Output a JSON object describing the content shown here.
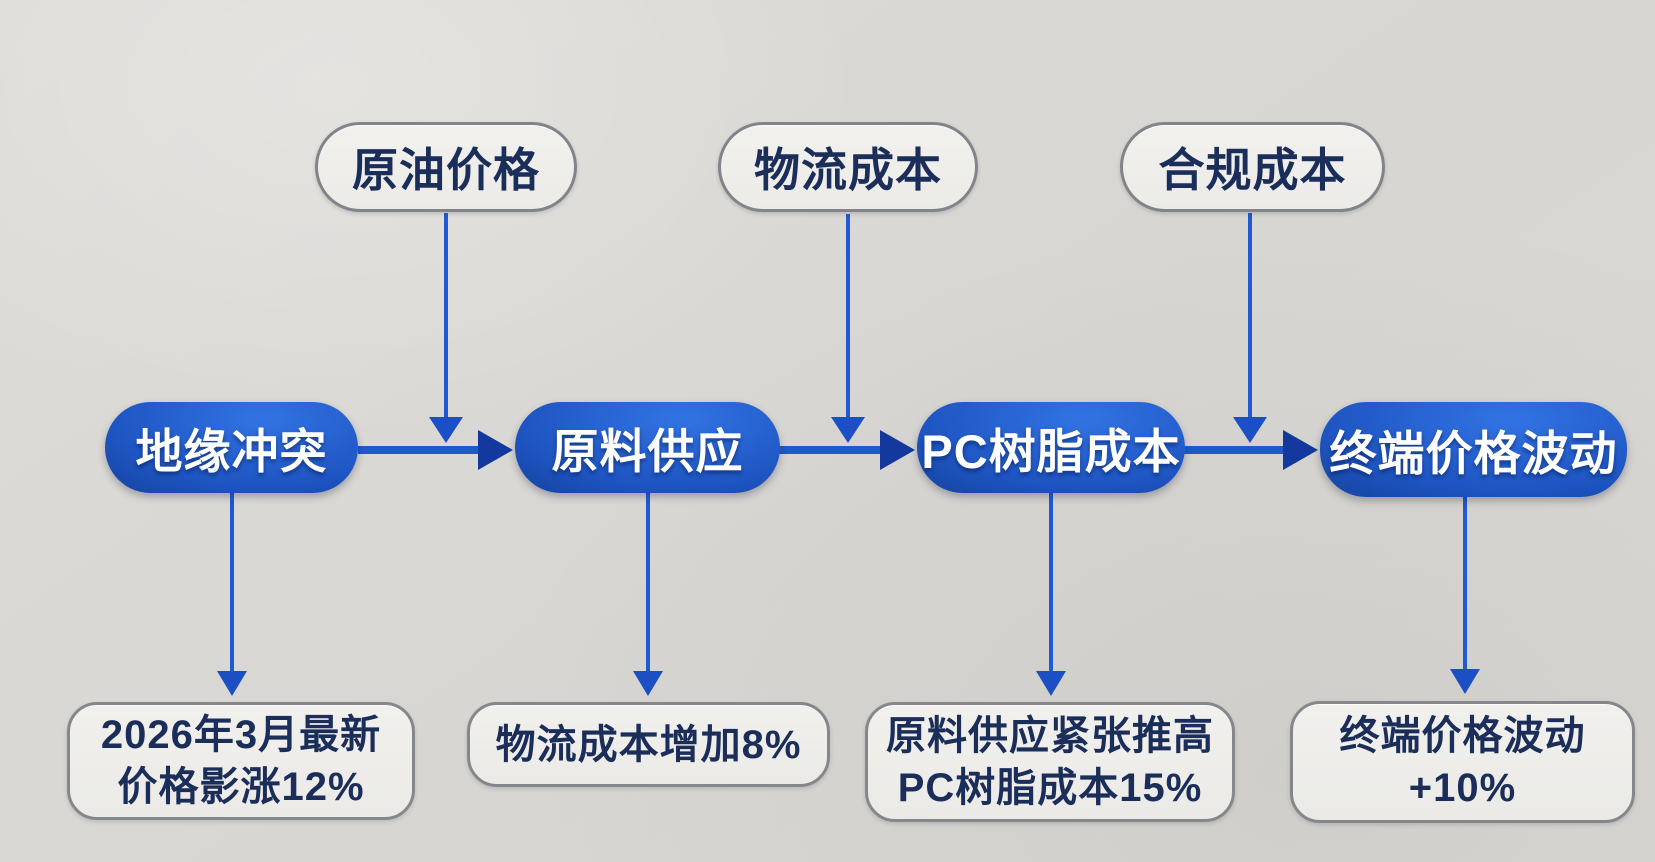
{
  "diagram": {
    "top_factors": [
      {
        "label": "原油价格"
      },
      {
        "label": "物流成本"
      },
      {
        "label": "合规成本"
      }
    ],
    "chain": [
      {
        "label": "地缘冲突"
      },
      {
        "label": "原料供应"
      },
      {
        "label": "PC树脂成本"
      },
      {
        "label": "终端价格波动"
      }
    ],
    "notes": [
      {
        "line1": "2026年3月最新",
        "line2": "价格影涨12%"
      },
      {
        "line1": "物流成本增加8%"
      },
      {
        "line1": "原料供应紧张推高",
        "line2": "PC树脂成本15%"
      },
      {
        "line1": "终端价格波动",
        "line2": "+10%"
      }
    ],
    "colors": {
      "background": "#d9d7d3",
      "node_blue_light": "#3273e3",
      "node_blue_dark": "#0a2b70",
      "arrow_blue": "#1f5ad2",
      "arrow_head_dark": "#14399e",
      "light_box_fill": "#f0efec",
      "light_box_border": "#85878b",
      "dark_text": "#1b2e5a"
    }
  }
}
